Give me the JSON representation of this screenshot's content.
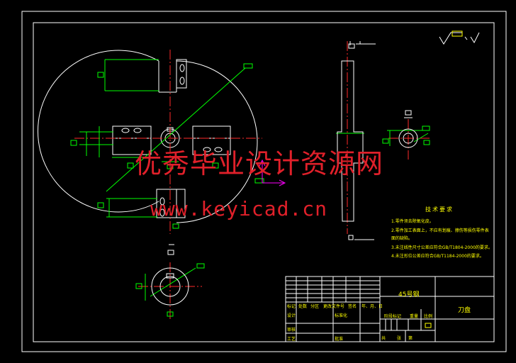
{
  "watermark": {
    "site_cn": "优秀毕业设计资源网",
    "url": "www.keyicad.cn"
  },
  "drawing": {
    "technical_requirements": {
      "title": "技术要求",
      "items": [
        "1.零件须去除氧化皮。",
        "2.零件加工表面上，不应有划痕、擦伤等损伤零件表",
        "  面的缺陷。",
        "3.未注线性尺寸公差应符合GB/T1804-2000的要求。",
        "4.未注形位公差应符合GB/T1184-2000的要求。"
      ]
    },
    "title_block": {
      "material": "45号钢",
      "part_name": "刀盘",
      "labels": {
        "mark": "标记",
        "count": "处数",
        "zone": "分区",
        "change_doc": "更改文件号",
        "sign": "签名",
        "date": "年、月、日",
        "design": "设计",
        "standardize": "标准化",
        "stage_mark": "阶段标记",
        "weight": "重量",
        "scale": "比例",
        "review": "审核",
        "process": "工艺",
        "approve": "批准",
        "sheet_total": "共",
        "sheet": "张",
        "sheet_of": "第"
      }
    }
  },
  "colors": {
    "outline": "#ffffff",
    "dimension": "#00ff00",
    "centerline": "#ff2a2a",
    "text": "#ffff00",
    "ucs": "#ff00ff",
    "watermark": "#e0202a"
  }
}
